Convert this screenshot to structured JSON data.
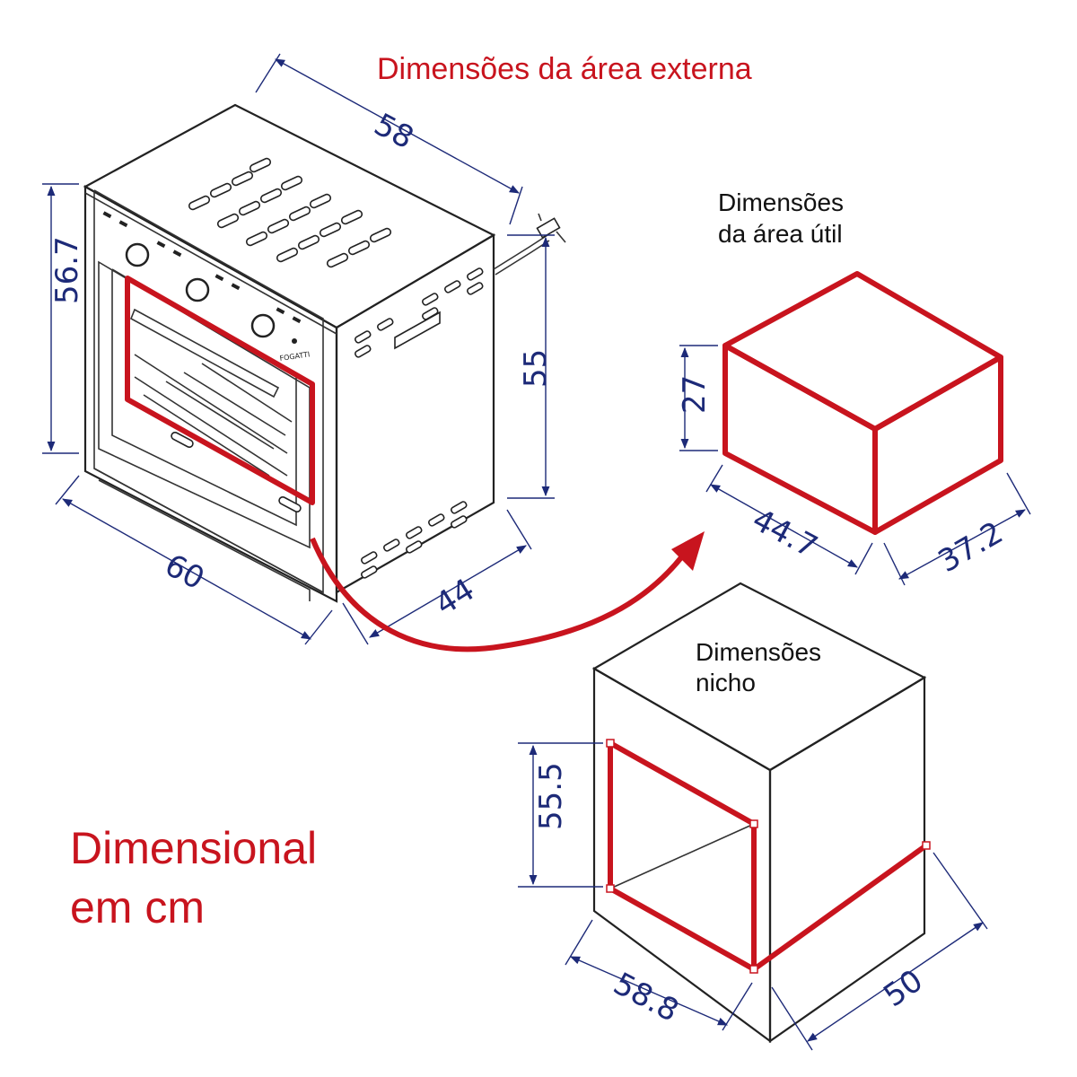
{
  "titles": {
    "external": "Dimensões da área externa",
    "useful_line1": "Dimensões",
    "useful_line2": "da área útil",
    "niche_line1": "Dimensões",
    "niche_line2": "nicho",
    "main_line1": "Dimensional",
    "main_line2": "em cm",
    "brand": "FOGATTI"
  },
  "external": {
    "depth": "58",
    "height_front": "56.7",
    "height_side": "55",
    "width": "60",
    "side_depth": "44"
  },
  "useful": {
    "height": "27",
    "width": "44.7",
    "depth": "37.2"
  },
  "niche": {
    "height": "55.5",
    "width": "58.8",
    "depth": "50"
  },
  "colors": {
    "accent_red": "#c8141e",
    "dimension_blue": "#1d2a78",
    "line_black": "#222222"
  }
}
